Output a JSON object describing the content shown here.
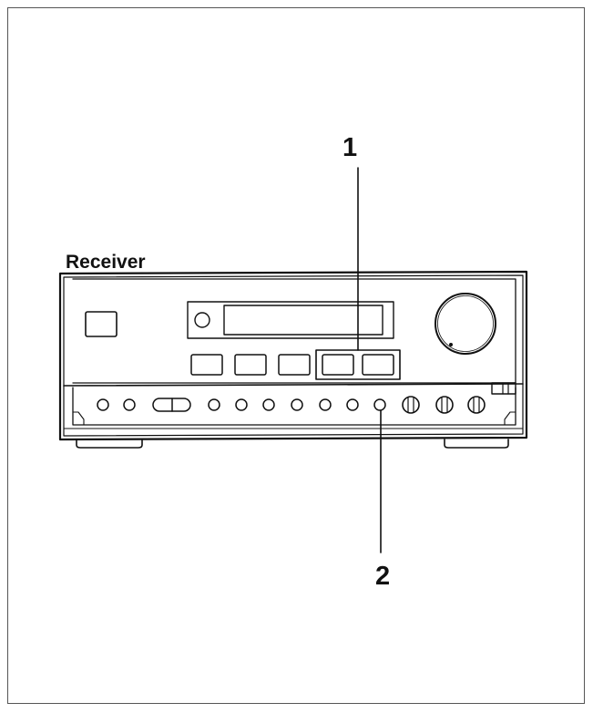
{
  "device": {
    "title": "Receiver"
  },
  "callouts": [
    {
      "number": "1"
    },
    {
      "number": "2"
    }
  ],
  "colors": {
    "line": "#111111",
    "frame": "#555555",
    "background": "#ffffff"
  }
}
